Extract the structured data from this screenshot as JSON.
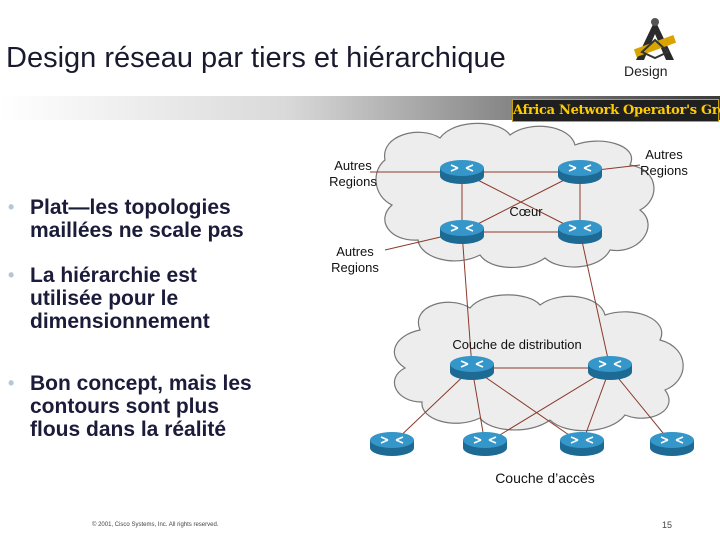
{
  "title": "Design réseau par tiers et hiérarchique",
  "design_label": "Design",
  "brand": "Africa Network Operator's Group",
  "bullets": [
    "Plat—les topologies\nmaillées ne scale pas",
    "La hiérarchie est\nutilisée pour le\ndimensionnement",
    "Bon concept, mais les\ncontours sont plus\nflous dans la réalité"
  ],
  "diagram": {
    "label_autres_1": "Autres\nRegions",
    "label_autres_2": "Autres\nRegions",
    "label_autres_3": "Autres\nRegions",
    "label_coeur": "Cœur",
    "label_distribution": "Couche de distribution",
    "label_acces": "Couche d’accès",
    "colors": {
      "router": "#2b86b8",
      "cloud_fill": "#ededed",
      "cloud_stroke": "#777777",
      "link": "#8a3a2a"
    }
  },
  "footer": "© 2001, Cisco Systems, Inc. All rights reserved.",
  "page_number": "15"
}
